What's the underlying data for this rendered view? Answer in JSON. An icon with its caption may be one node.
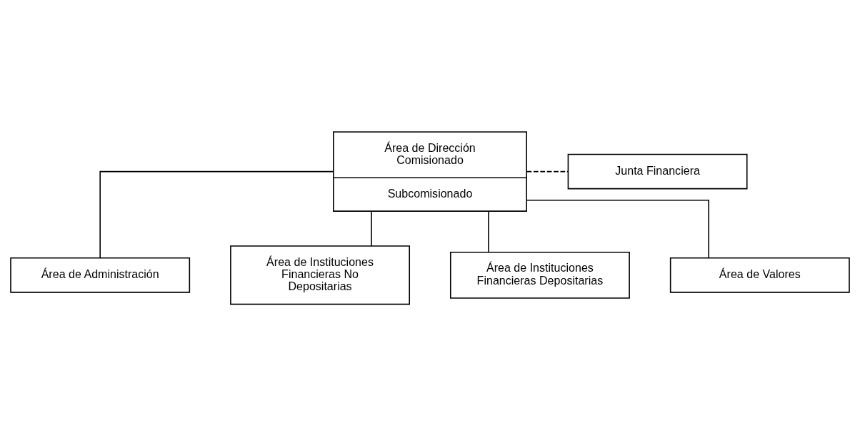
{
  "diagram": {
    "nodes": [
      {
        "text": [
          "Área de Dirección Comisionado",
          "Subcomisionado"
        ]
      },
      {
        "text": [
          "Junta Financiera"
        ]
      },
      {
        "text": [
          "Área de Administración"
        ]
      },
      {
        "text": [
          "Área de Instituciones Financieras No Depositarias"
        ]
      },
      {
        "text": [
          "Área de Instituciones Financieras Depositarias"
        ]
      },
      {
        "text": [
          "Área de Valores"
        ]
      }
    ],
    "edges": [
      {
        "from": 0,
        "to": 1,
        "arrow": "none",
        "style": "dashed"
      },
      {
        "from": 0,
        "to": 2,
        "arrow": "none"
      },
      {
        "from": 0,
        "to": 3,
        "arrow": "none"
      },
      {
        "from": 0,
        "to": 4,
        "arrow": "none"
      },
      {
        "from": 0,
        "to": 5,
        "arrow": "none"
      }
    ]
  }
}
